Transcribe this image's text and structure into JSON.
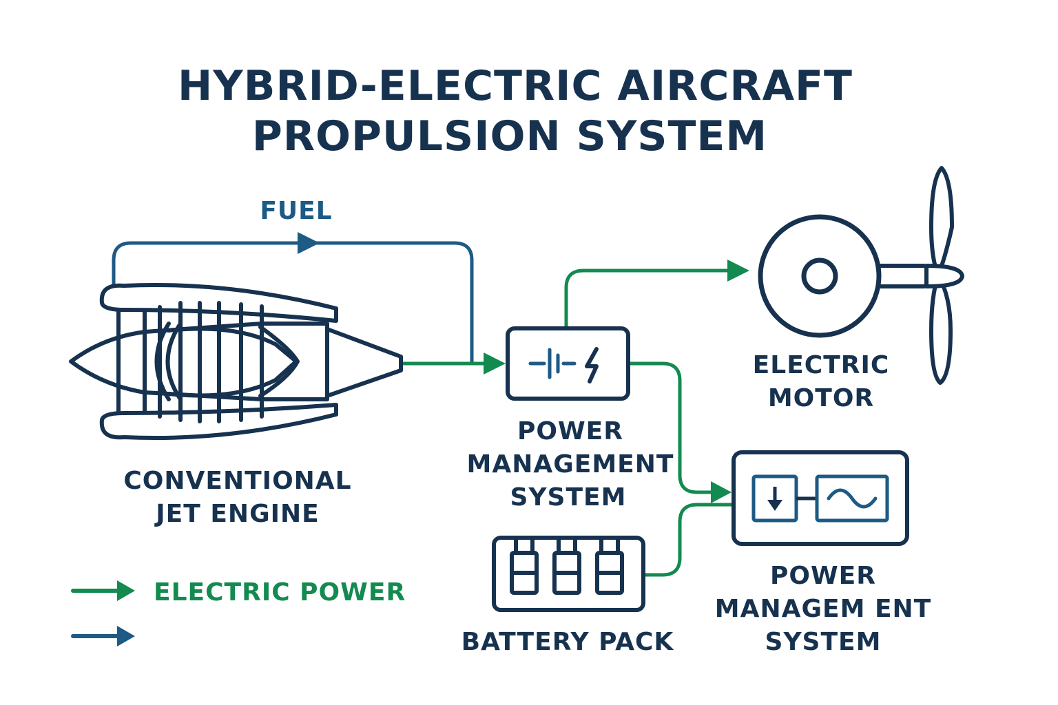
{
  "title": {
    "line1": "HYBRID-ELECTRIC AIRCRAFT",
    "line2": "PROPULSION SYSTEM"
  },
  "labels": {
    "fuel": "FUEL",
    "jet_engine": [
      "CONVENTIONAL",
      "JET ENGINE"
    ],
    "pms_top": [
      "POWER",
      "MANAGEMENT",
      "SYSTEM"
    ],
    "electric_motor": [
      "ELECTRIC",
      "MOTOR"
    ],
    "battery_pack": "BATTERY PACK",
    "pms_bottom": [
      "POWER",
      "MANAGEM ENT",
      "SYSTEM"
    ]
  },
  "legend": {
    "electric": "ELECTRIC POWER",
    "fuel": ""
  },
  "colors": {
    "navy": "#17324f",
    "blue": "#1d5a85",
    "green": "#138a4f"
  },
  "icons": [
    "jet-engine-icon",
    "battery-symbol-icon",
    "lightning-icon",
    "electric-motor-icon",
    "propeller-icon",
    "battery-pack-icon",
    "dc-arrow-icon",
    "ac-wave-icon"
  ]
}
